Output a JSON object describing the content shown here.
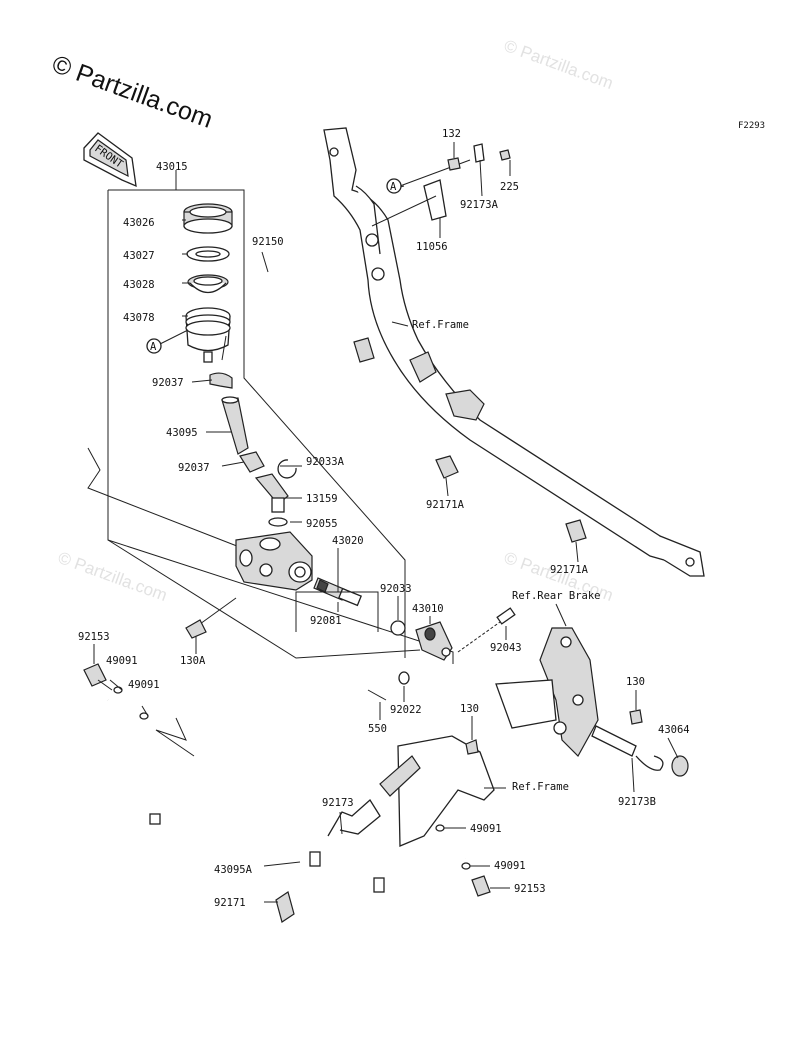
{
  "watermark": {
    "main": "© Partzilla.com",
    "faint": "© Partzilla.com"
  },
  "figure_code": "F2293",
  "front_arrow": "FRONT",
  "callouts": {
    "A": "A"
  },
  "labels": {
    "p43015": "43015",
    "p43026": "43026",
    "p43027": "43027",
    "p43028": "43028",
    "p43078": "43078",
    "p92150": "92150",
    "p92037a": "92037",
    "p43095": "43095",
    "p92037b": "92037",
    "p92033A": "92033A",
    "p13159": "13159",
    "p92055": "92055",
    "p43020": "43020",
    "p92033": "92033",
    "p43010": "43010",
    "p92081": "92081",
    "p130A": "130A",
    "p92153a": "92153",
    "p49091a": "49091",
    "p49091b": "49091",
    "p92022": "92022",
    "p550": "550",
    "p92043": "92043",
    "p132": "132",
    "p225": "225",
    "p92173A": "92173A",
    "p11056": "11056",
    "refFrame1": "Ref.Frame",
    "p92171A_1": "92171A",
    "p92171A_2": "92171A",
    "refRearBrake": "Ref.Rear Brake",
    "p130a": "130",
    "p43064": "43064",
    "p92173B": "92173B",
    "p130b": "130",
    "p92173": "92173",
    "refFrame2": "Ref.Frame",
    "p49091c": "49091",
    "p49091d": "49091",
    "p92153b": "92153",
    "p43095A": "43095A",
    "p92171": "92171"
  }
}
